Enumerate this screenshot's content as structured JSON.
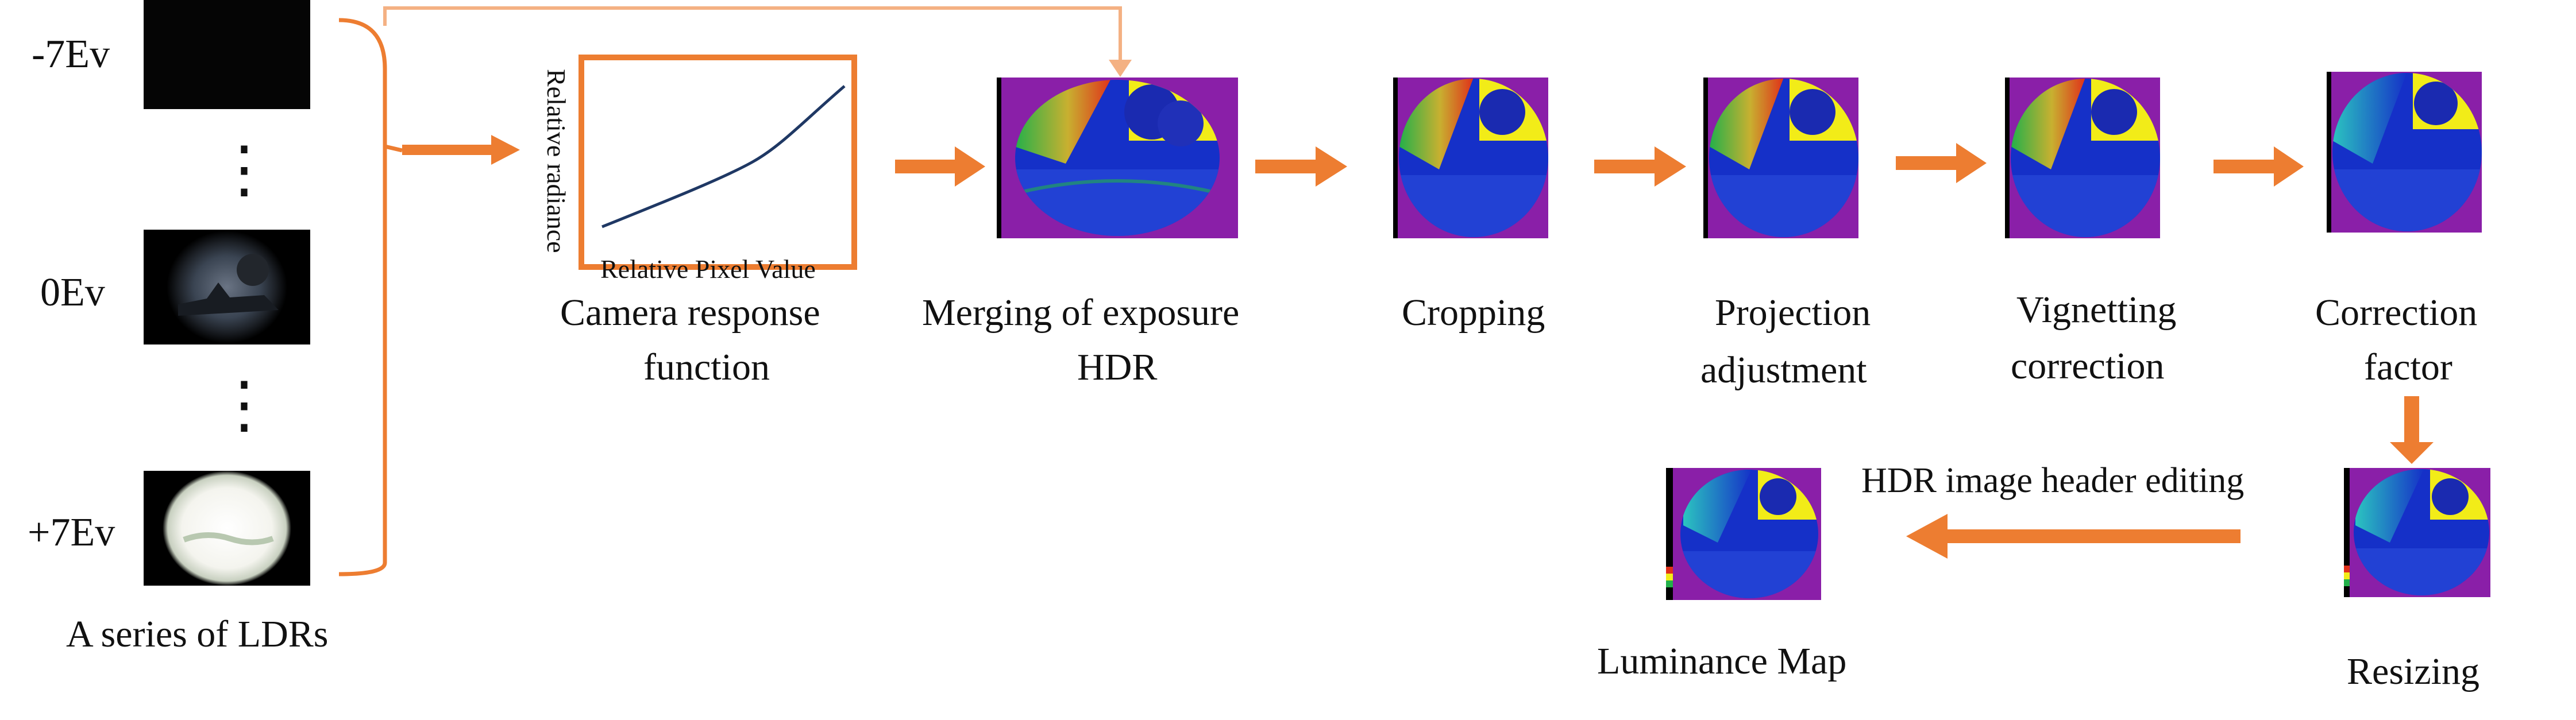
{
  "colors": {
    "arrow": "#ED7D31",
    "arrow_light": "#F4B183",
    "curve": "#1F3864",
    "map_purple": "#8A1FA8",
    "map_blue": "#1530C8",
    "map_green": "#22B04A",
    "map_yellow": "#F2EC18",
    "map_red": "#E0301A"
  },
  "ldr": {
    "series_label": "A series of LDRs",
    "ev_minus": "-7Ev",
    "ev_zero": "0Ev",
    "ev_plus": "+7Ev",
    "dots": "⋮"
  },
  "crf": {
    "y_axis_label": "Relative radiance",
    "x_axis_label": "Relative Pixel Value",
    "caption_line1": "Camera response",
    "caption_line2": "function"
  },
  "steps": {
    "merge_line1": "Merging of exposure",
    "merge_line2": "HDR",
    "crop": "Cropping",
    "proj_line1": "Projection",
    "proj_line2": "adjustment",
    "vig_line1": "Vignetting",
    "vig_line2": "correction",
    "corr_line1": "Correction",
    "corr_line2": "factor",
    "resize": "Resizing",
    "header_edit": "HDR image header editing",
    "luminance": "Luminance Map"
  }
}
